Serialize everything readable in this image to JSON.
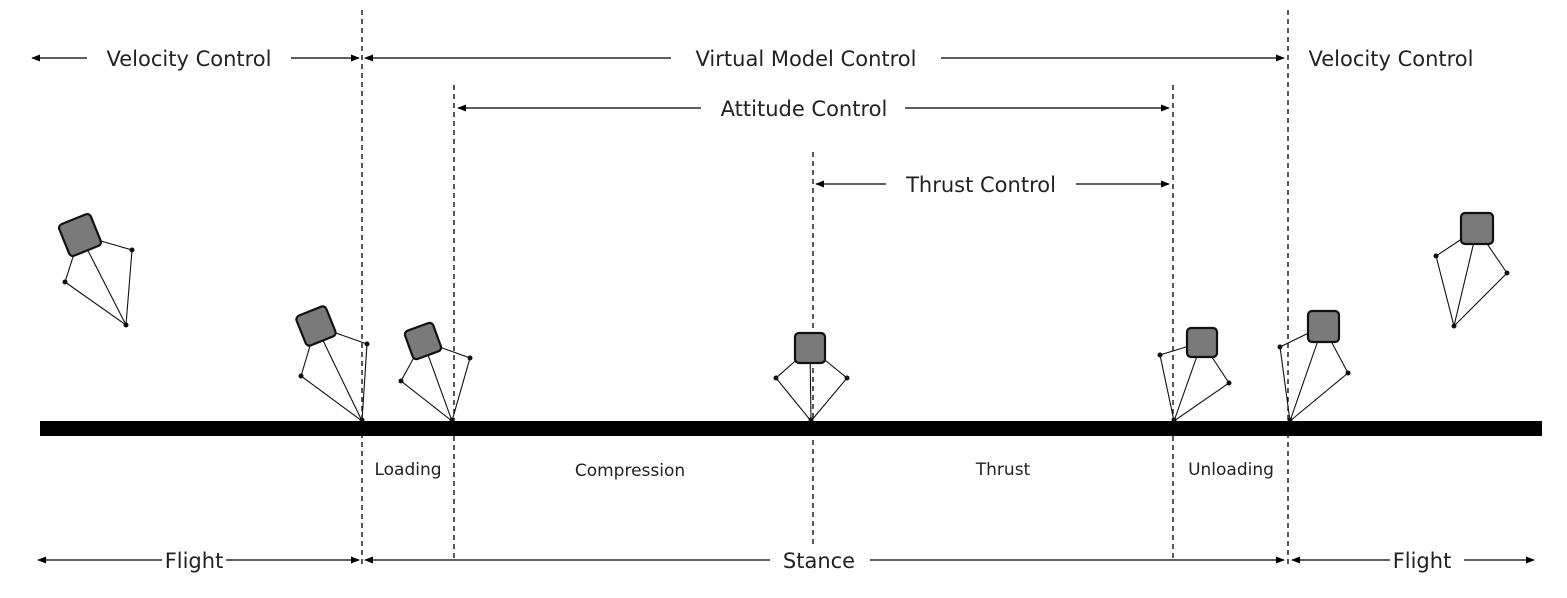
{
  "controls": {
    "velocity_left": "Velocity Control",
    "virtual_model": "Virtual Model Control",
    "velocity_right": "Velocity Control",
    "attitude": "Attitude Control",
    "thrust": "Thrust Control"
  },
  "phases": {
    "loading": "Loading",
    "compression": "Compression",
    "thrust": "Thrust",
    "unloading": "Unloading"
  },
  "gait": {
    "flight_left": "Flight",
    "stance": "Stance",
    "flight_right": "Flight"
  },
  "colors": {
    "robot_body": "#7a7a7a",
    "ground": "#000000",
    "text": "#222222"
  }
}
